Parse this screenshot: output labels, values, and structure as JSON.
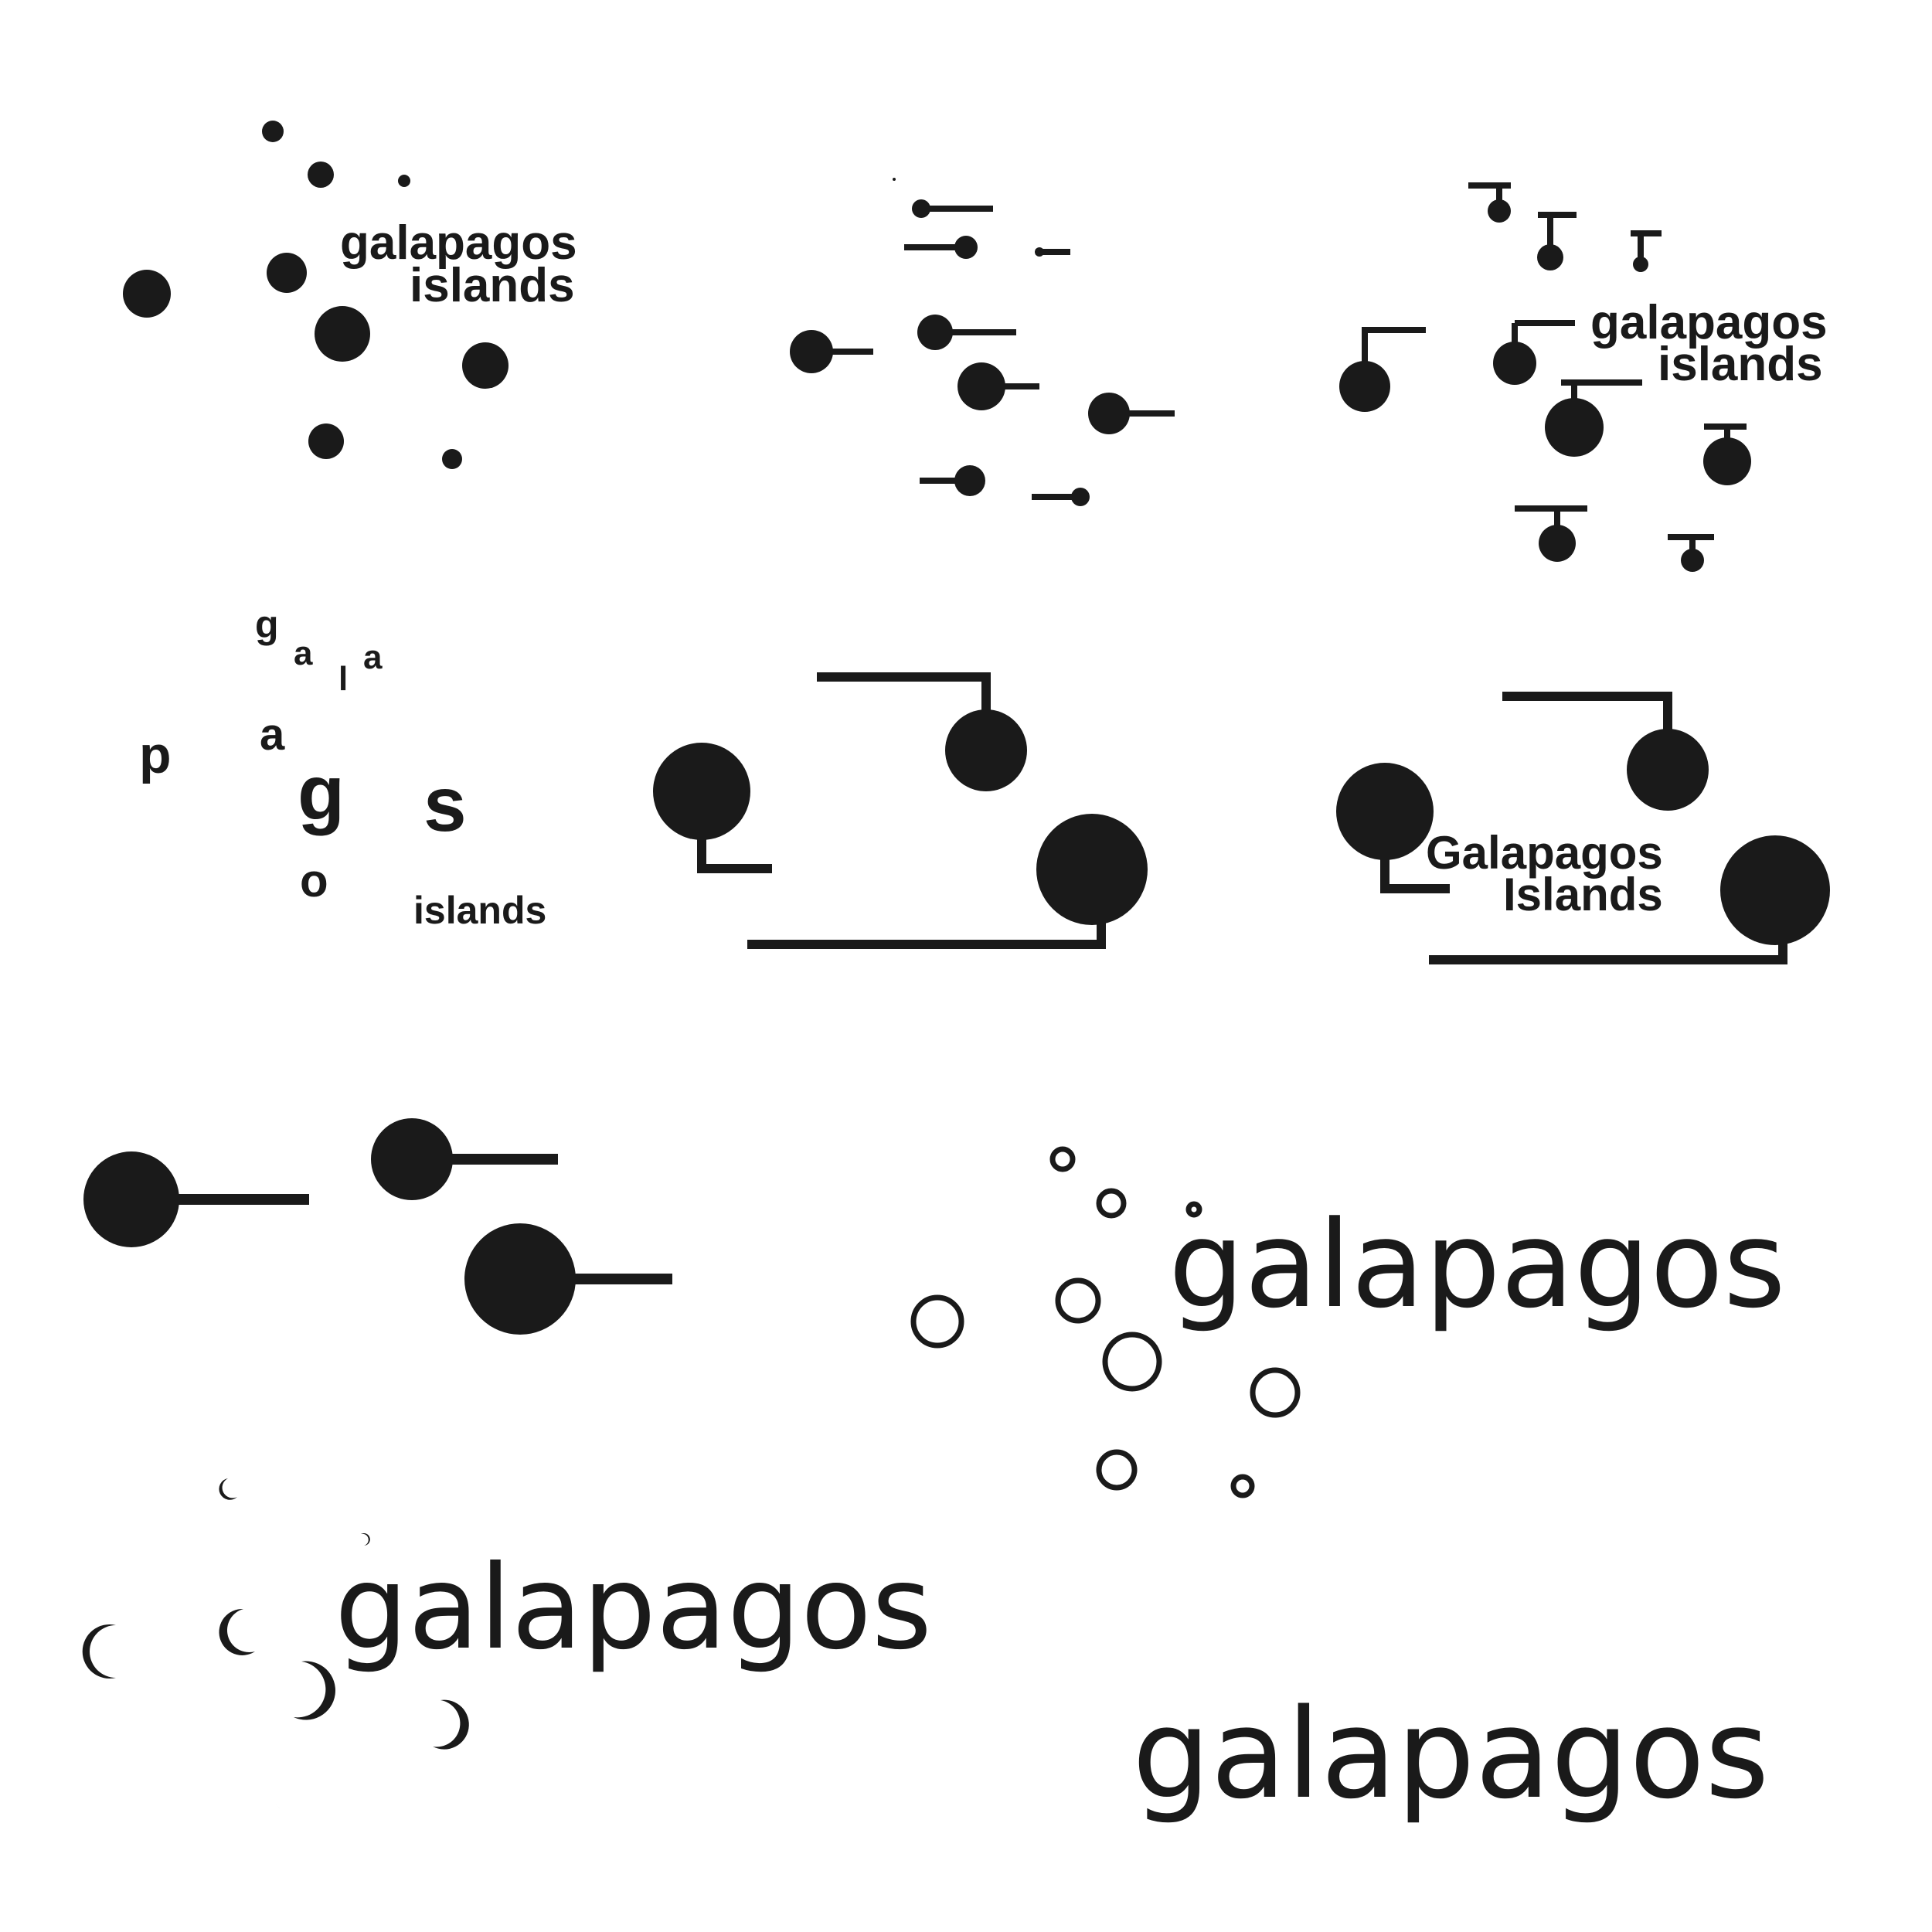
{
  "sheet": {
    "ink_color": "#1a1a1a",
    "background_color": "#ffffff",
    "concepts": [
      {
        "id": "dots-wordmark",
        "word": "galapagos",
        "subword": "islands"
      },
      {
        "id": "lollipops",
        "word": "",
        "subword": ""
      },
      {
        "id": "t-pins-wordmark",
        "word": "galapagos",
        "subword": "islands"
      },
      {
        "id": "scattered-letters",
        "letters": [
          "g",
          "a",
          "l",
          "a",
          "p",
          "a",
          "g",
          "o",
          "s"
        ],
        "subword": "islands"
      },
      {
        "id": "bracket-circles",
        "word": "",
        "subword": ""
      },
      {
        "id": "bracket-circles-wordmark",
        "word": "Galapagos",
        "subword": "Islands"
      },
      {
        "id": "three-lollipops",
        "word": "",
        "subword": ""
      },
      {
        "id": "ring-dots-wordmark",
        "word": "galapagos",
        "subword": ""
      },
      {
        "id": "crescents-wordmark",
        "word": "galapagos",
        "subword": ""
      },
      {
        "id": "custom-letterforms",
        "word": "galapagos",
        "subword": ""
      }
    ]
  }
}
